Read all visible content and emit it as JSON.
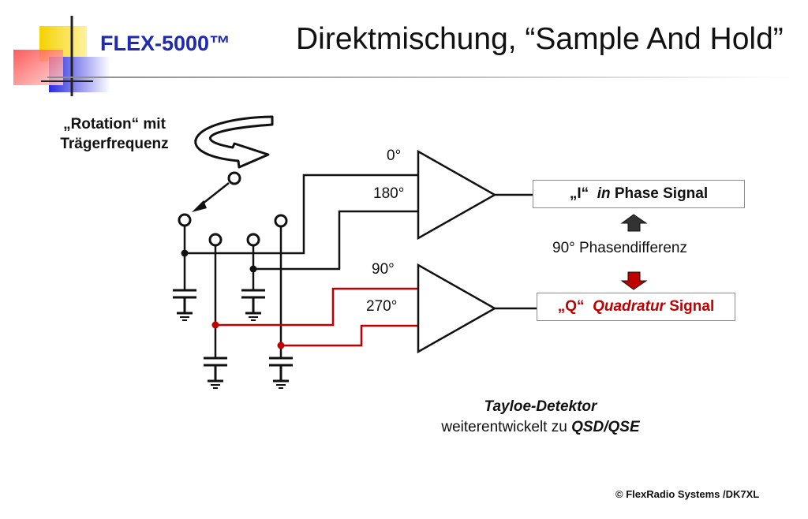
{
  "header": {
    "brand": "FLEX-5000™",
    "title": "Direktmischung, “Sample And Hold”"
  },
  "rotation": {
    "line1": "„Rotation“ mit",
    "line2": "Trägerfrequenz"
  },
  "phases": {
    "p0": "0°",
    "p180": "180°",
    "p90": "90°",
    "p270": "270°"
  },
  "i_signal": {
    "prefix": "„I“",
    "italic": "in",
    "rest": "Phase Signal"
  },
  "q_signal": {
    "prefix": "„Q“",
    "italic": "Quadratur",
    "rest": "Signal"
  },
  "phase_difference": "90° Phasendifferenz",
  "detector": {
    "name": "Tayloe-Detektor",
    "desc_prefix": "weiterentwickelt zu",
    "desc_emph": "QSD/QSE"
  },
  "copyright": "© FlexRadio Systems /DK7XL",
  "colors": {
    "brand": "#1f2ab0",
    "q_path": "#c00000",
    "wire": "#111111"
  }
}
